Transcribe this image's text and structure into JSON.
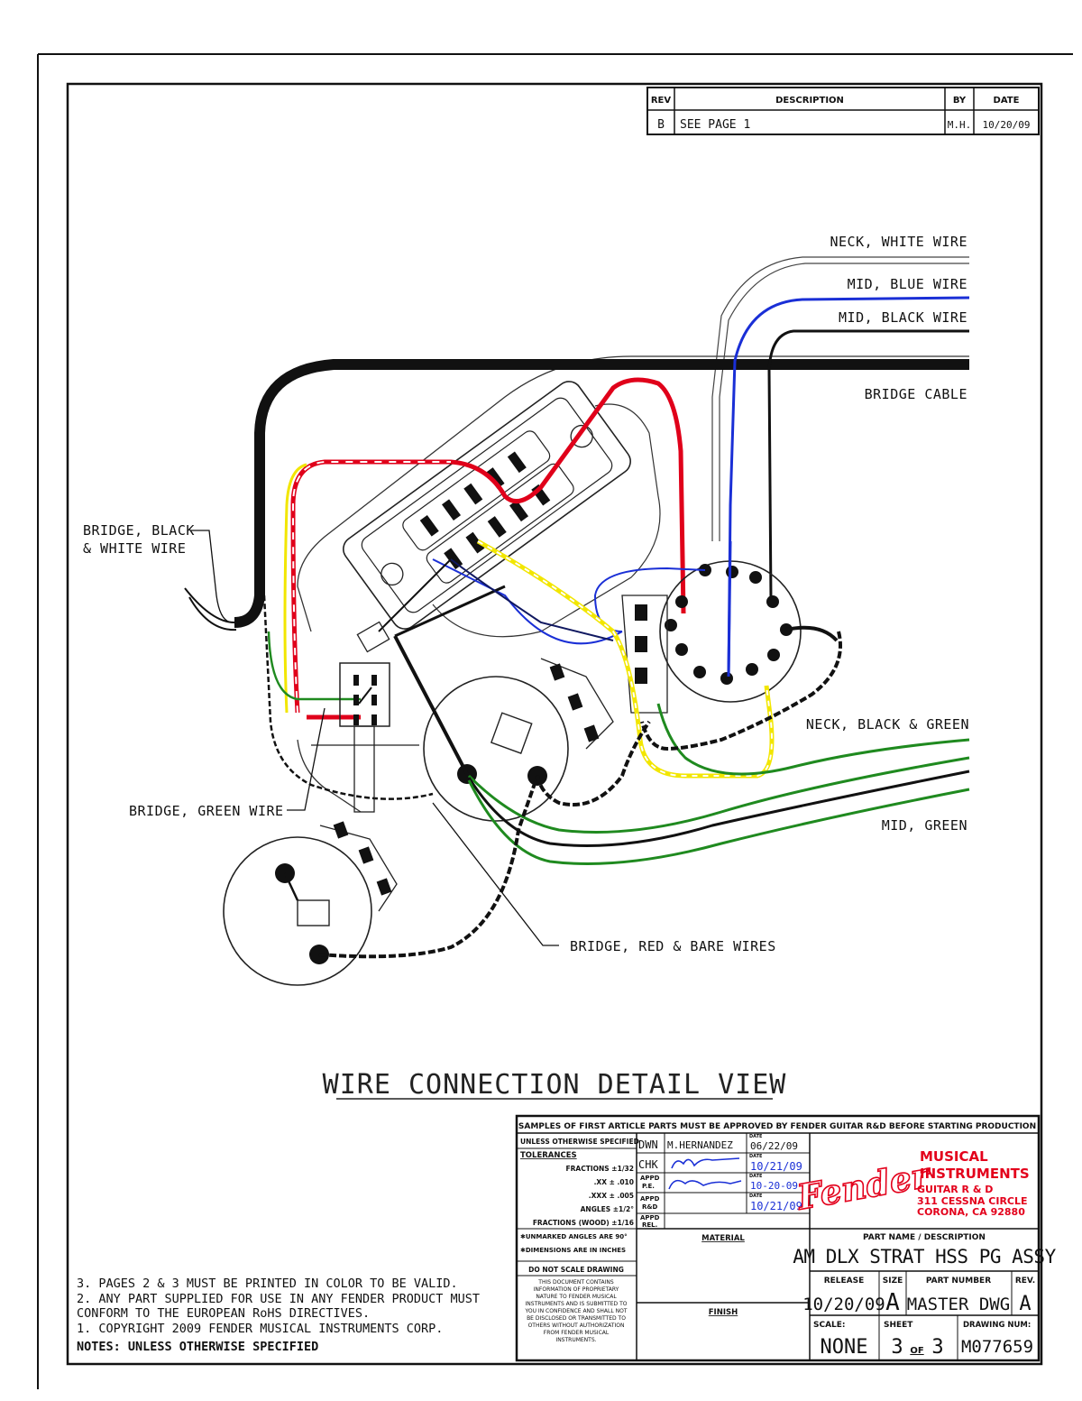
{
  "revision_block": {
    "headers": {
      "rev": "REV",
      "description": "DESCRIPTION",
      "by": "BY",
      "date": "DATE"
    },
    "row": {
      "rev": "B",
      "description": "SEE PAGE 1",
      "by": "M.H.",
      "date": "10/20/09"
    }
  },
  "wire_labels": {
    "neck_white": "NECK, WHITE WIRE",
    "mid_blue": "MID, BLUE WIRE",
    "mid_black": "MID, BLACK WIRE",
    "bridge_cable": "BRIDGE CABLE",
    "bridge_black_white_1": "BRIDGE, BLACK",
    "bridge_black_white_2": "& WHITE WIRE",
    "neck_black_green": "NECK, BLACK & GREEN",
    "mid_green": "MID, GREEN",
    "bridge_green": "BRIDGE, GREEN WIRE",
    "bridge_red_bare": "BRIDGE, RED & BARE WIRES"
  },
  "view_title": "WIRE CONNECTION DETAIL VIEW",
  "notes": {
    "note3": "3.  PAGES 2 & 3 MUST BE PRINTED IN COLOR TO BE VALID.",
    "note2a": "2.  ANY PART SUPPLIED FOR USE IN ANY FENDER PRODUCT MUST",
    "note2b": "CONFORM TO THE EUROPEAN RoHS DIRECTIVES.",
    "note1": "1.  COPYRIGHT 2009 FENDER MUSICAL INSTRUMENTS CORP.",
    "heading": "NOTES: UNLESS OTHERWISE SPECIFIED"
  },
  "title_block": {
    "banner": "SAMPLES OF FIRST ARTICLE PARTS MUST BE APPROVED BY FENDER GUITAR R&D BEFORE STARTING PRODUCTION",
    "unless": "UNLESS OTHERWISE SPECIFIED",
    "tolerances": "TOLERANCES",
    "tol_fractions": "FRACTIONS ±1/32",
    "tol_xx": ".XX ± .010",
    "tol_xxx": ".XXX ± .005",
    "tol_angles": "ANGLES ±1/2°",
    "tol_wood": "FRACTIONS (WOOD) ±1/16",
    "unmarked": "✱UNMARKED ANGLES ARE 90°",
    "dimensions": "✱DIMENSIONS ARE IN INCHES",
    "do_not_scale": "DO NOT SCALE DRAWING",
    "confidential": [
      "THIS DOCUMENT CONTAINS",
      "INFORMATION OF PROPRIETARY",
      "NATURE TO FENDER MUSICAL",
      "INSTRUMENTS AND IS SUBMITTED TO",
      "YOU IN CONFIDENCE AND SHALL NOT",
      "BE DISCLOSED OR TRANSMITTED TO",
      "OTHERS WITHOUT AUTHORIZATION",
      "FROM FENDER MUSICAL",
      "INSTRUMENTS."
    ],
    "dwn_label": "DWN",
    "dwn_name": "M.HERNANDEZ",
    "dwn_date": "06/22/09",
    "chk_label": "CHK",
    "chk_date": "10/21/09",
    "appd_pe_1": "APPD",
    "appd_pe_2": "P.E.",
    "appd_pe_date": "10-20-09",
    "appd_rd_1": "APPD",
    "appd_rd_2": "R&D",
    "appd_rd_date": "10/21/09",
    "appd_rel_1": "APPD",
    "appd_rel_2": "REL.",
    "date_tag": "DATE",
    "material": "MATERIAL",
    "finish": "FINISH",
    "logo_text": "Fender",
    "company_1": "MUSICAL",
    "company_2": "INSTRUMENTS",
    "addr_1": "GUITAR R & D",
    "addr_2": "311 CESSNA CIRCLE",
    "addr_3": "CORONA, CA 92880",
    "part_name_label": "PART NAME / DESCRIPTION",
    "part_name": "AM DLX STRAT HSS PG ASSY",
    "release_label": "RELEASE",
    "release": "10/20/09",
    "size_label": "SIZE",
    "size": "A",
    "part_number_label": "PART NUMBER",
    "part_number": "MASTER DWG",
    "rev_label": "REV.",
    "rev": "A",
    "scale_label": "SCALE:",
    "scale": "NONE",
    "sheet_label": "SHEET",
    "sheet_num": "3",
    "sheet_of": "OF",
    "sheet_total": "3",
    "drawing_num_label": "DRAWING NUM:",
    "drawing_num": "M077659"
  },
  "colors": {
    "red": "#e0001a",
    "yellow": "#f2e600",
    "blue": "#1a2fd6",
    "green": "#1f8a1f",
    "black": "#111111",
    "logo_red": "#e3001b"
  }
}
